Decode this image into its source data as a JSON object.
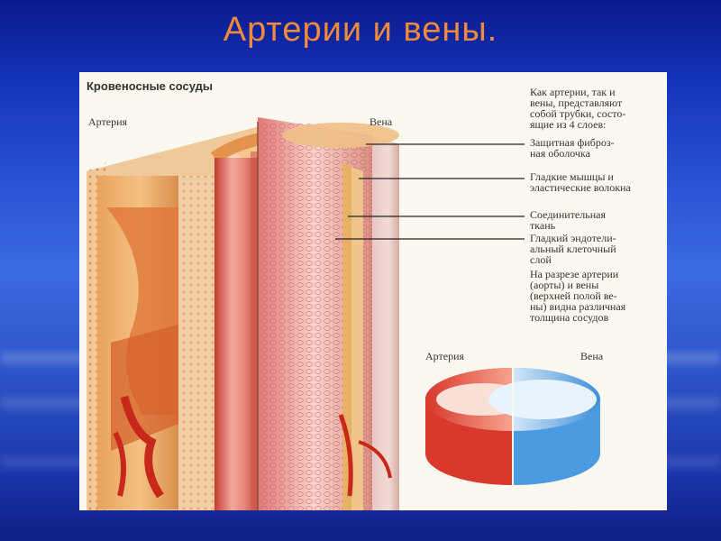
{
  "slide": {
    "title": "Артерии и вены."
  },
  "figure": {
    "title": "Кровеносные сосуды",
    "label_artery": "Артерия",
    "label_vein": "Вена",
    "intro": "Как артерии, так и\nвены, представляют\nсобой трубки, состо-\nящие из 4 слоев:",
    "layers": [
      "Защитная фиброз-\nная оболочка",
      "Гладкие мышцы и\nэластические волокна",
      "Соединительная\nткань",
      "Гладкий эндотели-\nальный клеточный\nслой"
    ],
    "note": "На разрезе артерии\n(аорты) и вены\n(верхней полой ве-\nны) видна различная\nтолщина сосудов",
    "section_artery_label": "Артерия",
    "section_vein_label": "Вена"
  },
  "colors": {
    "title": "#f08a3c",
    "artery": "#e0452a",
    "vein": "#5aa6e0",
    "panel": "#fbf8ef"
  }
}
